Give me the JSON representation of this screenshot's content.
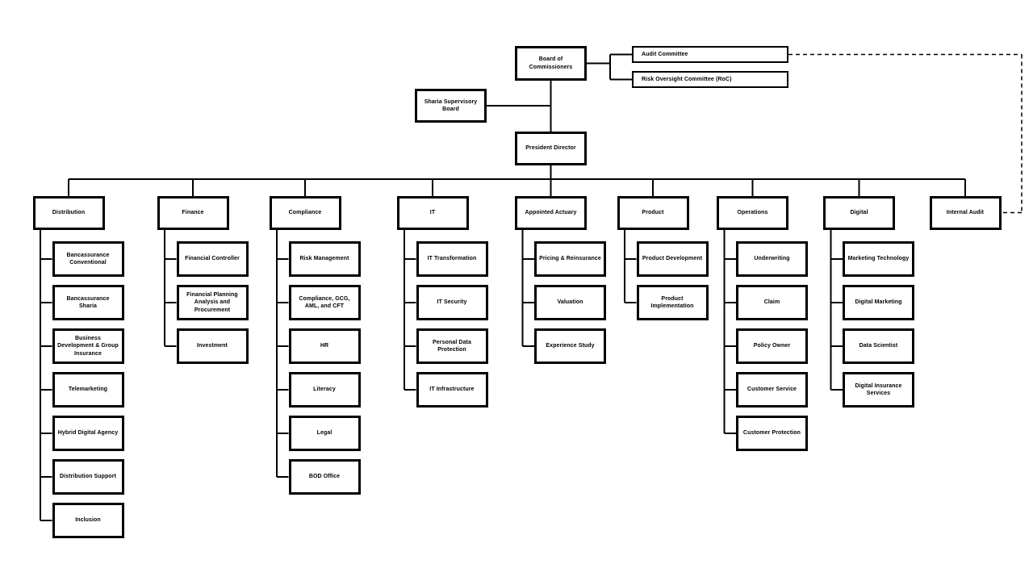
{
  "top_nodes": {
    "board_of_commissioners": "Board of Commissioners",
    "audit_committee": "Audit Committee",
    "risk_oversight_committee": "Risk Oversight Committee (RoC)",
    "sharia_supervisory_board": "Sharia Supervisory Board",
    "president_director": "President Director"
  },
  "departments": [
    {
      "label": "Distribution",
      "children": [
        "Bancassurance Conventional",
        "Bancassurance Sharia",
        "Business Development & Group Insurance",
        "Telemarketing",
        "Hybrid Digital Agency",
        "Distribution Support",
        "Inclusion"
      ]
    },
    {
      "label": "Finance",
      "children": [
        "Financial Controller",
        "Financial Planning Analysis and Procurement",
        "Investment"
      ]
    },
    {
      "label": "Compliance",
      "children": [
        "Risk Management",
        "Compliance, GCG, AML, and CFT",
        "HR",
        "Literacy",
        "Legal",
        "BOD Office"
      ]
    },
    {
      "label": "IT",
      "children": [
        "IT Transformation",
        "IT Security",
        "Personal Data Protection",
        "IT Infrastructure"
      ]
    },
    {
      "label": "Appointed Actuary",
      "children": [
        "Pricing & Reinsurance",
        "Valuation",
        "Experience Study"
      ]
    },
    {
      "label": "Product",
      "children": [
        "Product Development",
        "Product Implementation"
      ]
    },
    {
      "label": "Operations",
      "children": [
        "Underwriting",
        "Claim",
        "Policy Owner",
        "Customer Service",
        "Customer Protection"
      ]
    },
    {
      "label": "Digital",
      "children": [
        "Marketing Technology",
        "Digital Marketing",
        "Data Scientist",
        "Digital Insurance Services"
      ]
    },
    {
      "label": "Internal Audit",
      "children": []
    }
  ],
  "colors": {
    "line": "#000000",
    "box_border": "#000000",
    "box_fill": "#ffffff",
    "background": "#ffffff"
  }
}
